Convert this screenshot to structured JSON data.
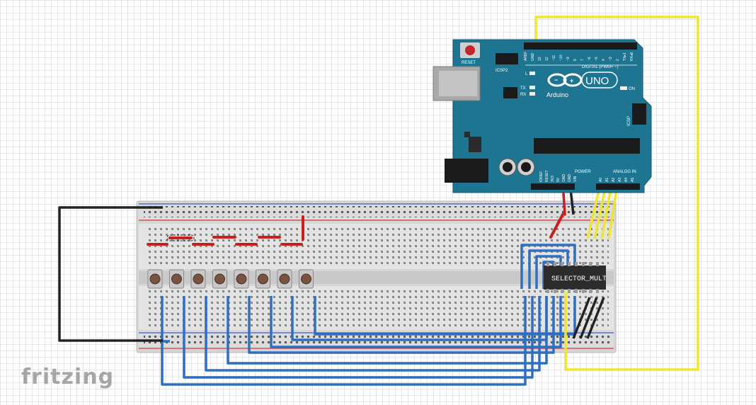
{
  "app": {
    "logo_text": "fritzing"
  },
  "arduino": {
    "reset_label": "RESET",
    "icsp2_label": "ICSP2",
    "icsp_label": "ICSP",
    "led_l": "L",
    "led_tx": "TX",
    "led_rx": "RX",
    "on_label": "ON",
    "uno_label": "UNO",
    "brand_label": "Arduino",
    "digital_label": "DIGITAL (PWM= ~)",
    "power_label": "POWER",
    "analog_label": "ANALOG IN",
    "digital_pins": [
      "AREF",
      "GND",
      "13",
      "12",
      "~11",
      "~10",
      "~9",
      "8",
      "7",
      "~6",
      "~5",
      "4",
      "~3",
      "2",
      "TX▸1",
      "RX◂0"
    ],
    "power_pins": [
      "IOREF",
      "RESET",
      "3V3",
      "5V",
      "GND",
      "GND",
      "VIN"
    ],
    "analog_pins": [
      "A0",
      "A1",
      "A2",
      "A3",
      "A4",
      "A5"
    ]
  },
  "chip": {
    "label": "SELECTOR_MULT"
  },
  "breadboard": {
    "buttons": 8
  },
  "colors": {
    "board": "#1d7592",
    "wire_blue": "#2f6fc0",
    "wire_yellow": "#f0e62a",
    "wire_black": "#222222",
    "wire_red": "#c8201c",
    "grid": "#e3e7ec"
  }
}
